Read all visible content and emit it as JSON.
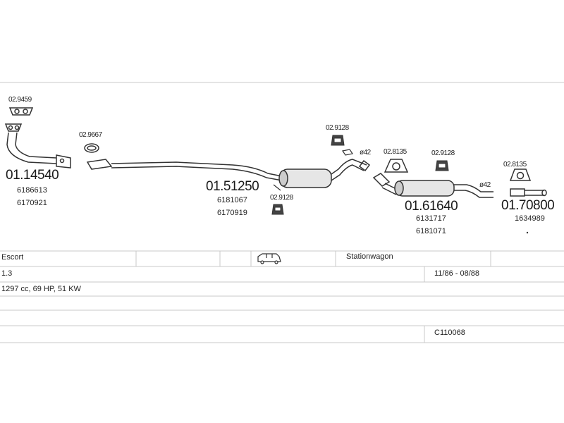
{
  "parts": {
    "p1": {
      "number": "01.14540",
      "refs": [
        "6186613",
        "6170921"
      ]
    },
    "p2": {
      "number": "01.51250",
      "refs": [
        "6181067",
        "6170919"
      ]
    },
    "p3": {
      "number": "01.61640",
      "refs": [
        "6131717",
        "6181071"
      ]
    },
    "p4": {
      "number": "01.70800",
      "refs": [
        "1634989"
      ]
    }
  },
  "accessories": {
    "a1": "02.9459",
    "a2": "02.9667",
    "a3": "02.9128",
    "a4": "02.9128",
    "a5": "02.8135",
    "a6": "02.9128",
    "a7": "02.8135"
  },
  "dims": {
    "d1": "ø42",
    "d2": "ø42"
  },
  "info": {
    "model": "Escort",
    "body": "Stationwagon",
    "engine": "1.3",
    "dates": "11/86 - 08/88",
    "spec": "1297 cc, 69 HP, 51 KW",
    "code": "C110068",
    "vehicle_icon": "station-wagon-icon"
  }
}
